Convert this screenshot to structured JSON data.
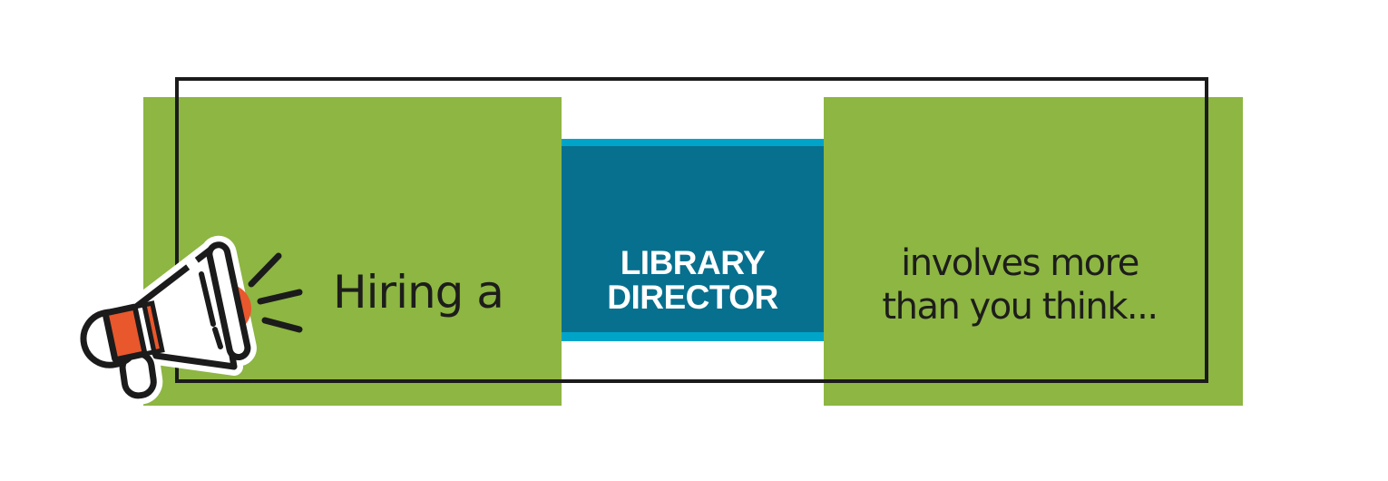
{
  "banner": {
    "left_panel": {
      "text": "Hiring a"
    },
    "center_panel": {
      "line1": "LIBRARY",
      "line2": "DIRECTOR"
    },
    "right_panel": {
      "line1": "involves more",
      "line2": "than you think..."
    },
    "icon": "megaphone-icon"
  },
  "colors": {
    "green": "#8DB642",
    "teal": "#07708E",
    "cyan": "#00A4C8",
    "orange": "#E9572D",
    "ink": "#1B1B1B",
    "text": "#1D1D1B"
  }
}
